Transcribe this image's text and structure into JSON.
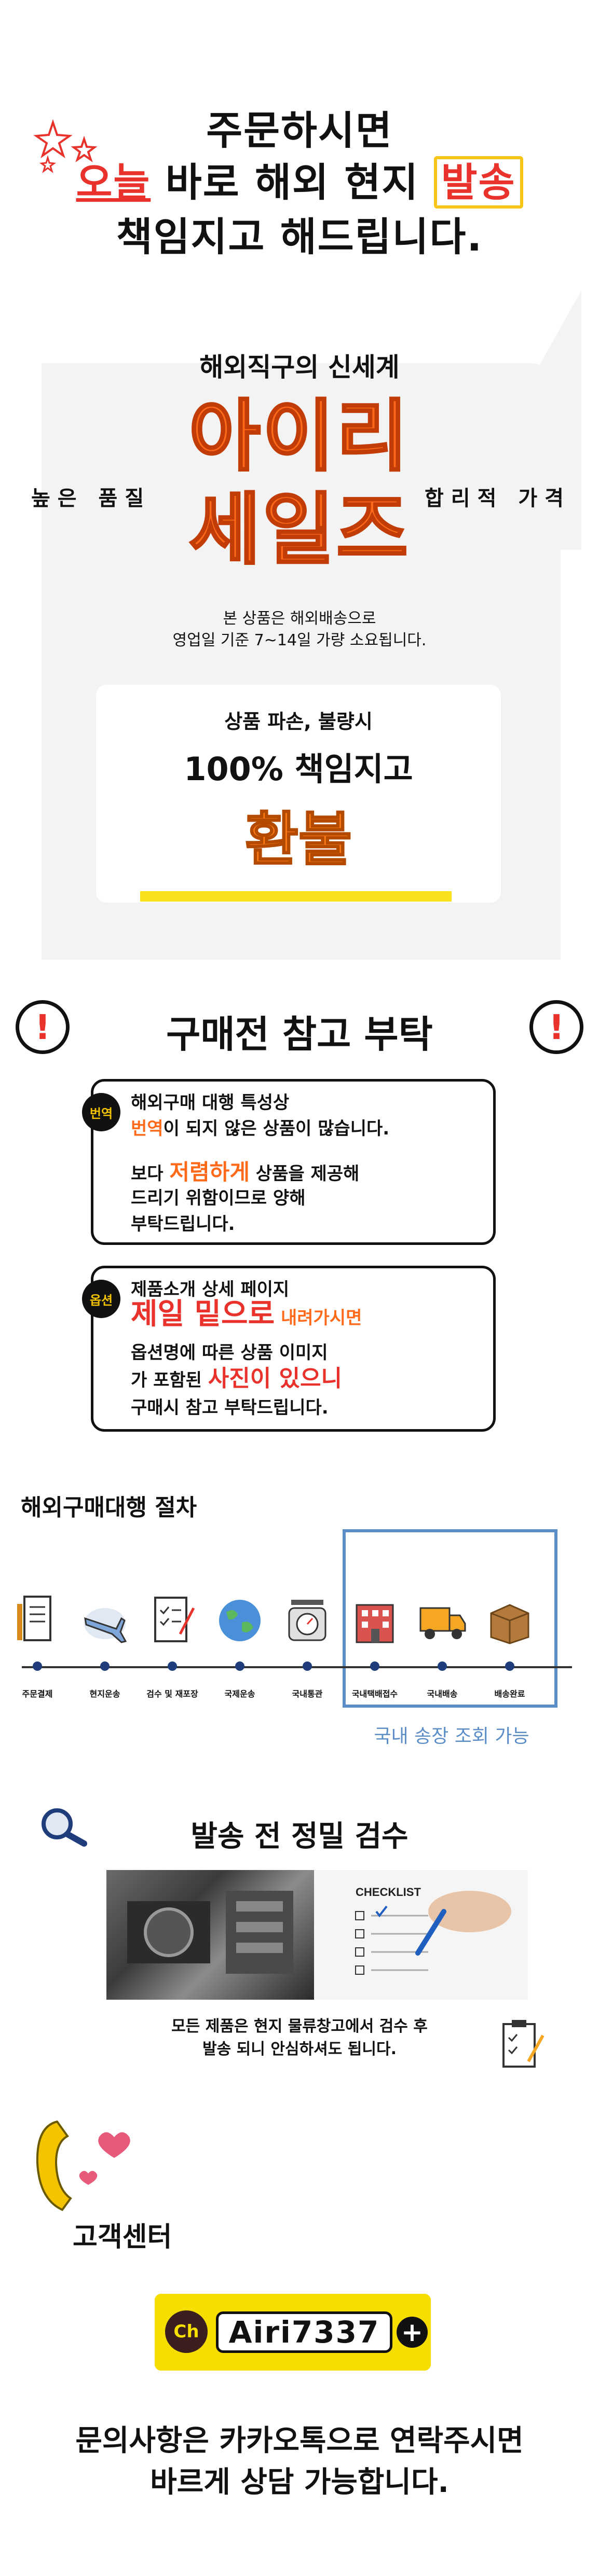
{
  "headline": {
    "line1": "주문하시면",
    "line2_a": "오늘",
    "line2_b": " 바로 해외 현지 ",
    "line2_c": "발송",
    "line3": "책임지고 해드립니다."
  },
  "sale": {
    "subtitle": "해외직구의 신세계",
    "left_tag": "높은 품질",
    "right_tag": "합리적 가격",
    "brand_line1": "아이리",
    "brand_line2": "세일즈",
    "notice_line1": "본 상품은 해외배송으로",
    "notice_line2": "영업일 기준 7~14일 가량 소요됩니다.",
    "card_line1": "상품 파손, 불량시",
    "card_line2": "100% 책임지고",
    "card_line3": "환불"
  },
  "notes": {
    "title": "구매전 참고 부탁",
    "warn_symbol": "!",
    "box1": {
      "badge": "번역",
      "line1": "해외구매 대행 특성상",
      "line2_a": "번역",
      "line2_b": "이 되지 않은 상품이 많습니다.",
      "line3_a": "보다 ",
      "line3_b": "저렴하게",
      "line3_c": " 상품을 제공해",
      "line4": "드리기 위함이므로 양해",
      "line5": "부탁드립니다."
    },
    "box2": {
      "badge": "옵션",
      "line1": "제품소개 상세 페이지",
      "line2_a": "제일 밑으로",
      "line2_b": " 내려가시면",
      "line3": "옵션명에 따른 상품 이미지",
      "line4_a": "가 포함된 ",
      "line4_b": "사진이 있으니",
      "line5": "구매시 참고 부탁드립니다."
    }
  },
  "procedure": {
    "title": "해외구매대행 절차",
    "steps": [
      "주문결제",
      "현지운송",
      "검수 및 재포장",
      "국제운송",
      "국내통관",
      "국내택배접수",
      "국내배송",
      "배송완료"
    ],
    "icons": [
      "document-icon",
      "plane-icon",
      "checklist-icon",
      "globe-icon",
      "scale-icon",
      "building-icon",
      "delivery-truck-icon",
      "box-icon"
    ],
    "tracking_note": "국내 송장 조회 가능"
  },
  "inspection": {
    "title": "발송 전 정밀 검수",
    "photo2_label": "CHECKLIST",
    "note_line1": "모든 제품은 현지 물류창고에서 검수 후",
    "note_line2": "발송 되니 안심하셔도 됩니다."
  },
  "customer": {
    "label": "고객센터",
    "ch_badge": "Ch",
    "kakao_id": "Airi7337",
    "plus": "+",
    "final_line1": "문의사항은 카카오톡으로 연락주시면",
    "final_line2": "바르게 상담 가능합니다."
  },
  "colors": {
    "accent_red": "#e8322b",
    "accent_orange": "#ff6a1a",
    "highlight_yellow": "#f8e11d",
    "procedure_blue": "#5b8dc7",
    "kakao_yellow": "#f6df00"
  }
}
